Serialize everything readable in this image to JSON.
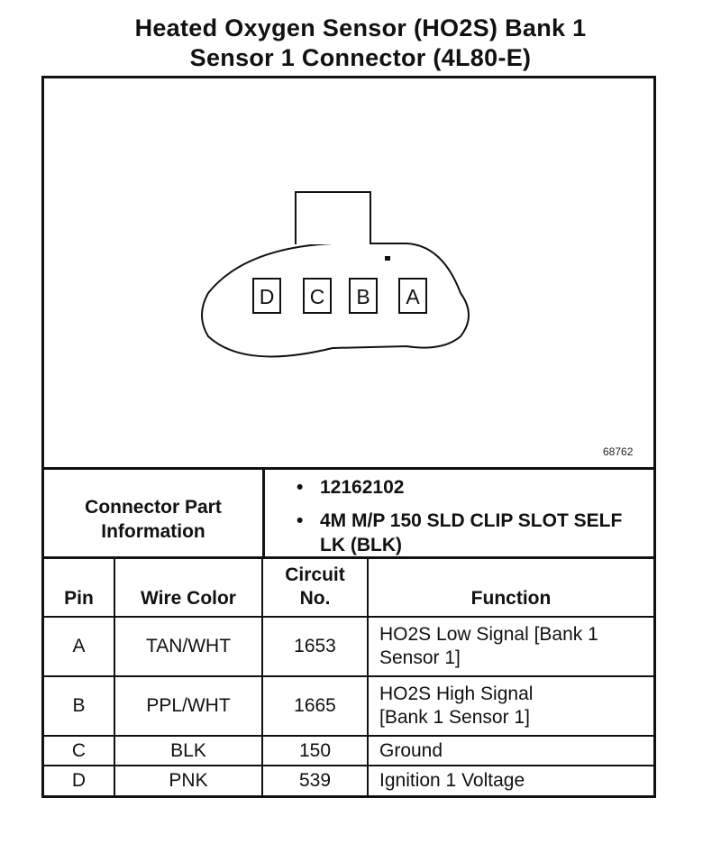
{
  "title": {
    "line1": "Heated Oxygen Sensor (HO2S) Bank 1",
    "line2": "Sensor 1 Connector (4L80-E)"
  },
  "figure": {
    "id": "68762",
    "pins": [
      "D",
      "C",
      "B",
      "A"
    ]
  },
  "connector_info": {
    "label_line1": "Connector Part",
    "label_line2": "Information",
    "items": [
      "12162102",
      "4M M/P 150 SLD CLIP SLOT SELF LK (BLK)"
    ],
    "bullet": "•"
  },
  "table": {
    "headers": {
      "pin": "Pin",
      "wire": "Wire Color",
      "circuit_line1": "Circuit",
      "circuit_line2": "No.",
      "function": "Function"
    },
    "rows": [
      {
        "pin": "A",
        "wire": "TAN/WHT",
        "circuit": "1653",
        "function_line1": "HO2S Low Signal [Bank 1",
        "function_line2": "Sensor 1]"
      },
      {
        "pin": "B",
        "wire": "PPL/WHT",
        "circuit": "1665",
        "function_line1": "HO2S High Signal",
        "function_line2": "[Bank 1 Sensor 1]"
      },
      {
        "pin": "C",
        "wire": "BLK",
        "circuit": "150",
        "function_line1": "Ground",
        "function_line2": ""
      },
      {
        "pin": "D",
        "wire": "PNK",
        "circuit": "539",
        "function_line1": "Ignition 1 Voltage",
        "function_line2": ""
      }
    ]
  }
}
